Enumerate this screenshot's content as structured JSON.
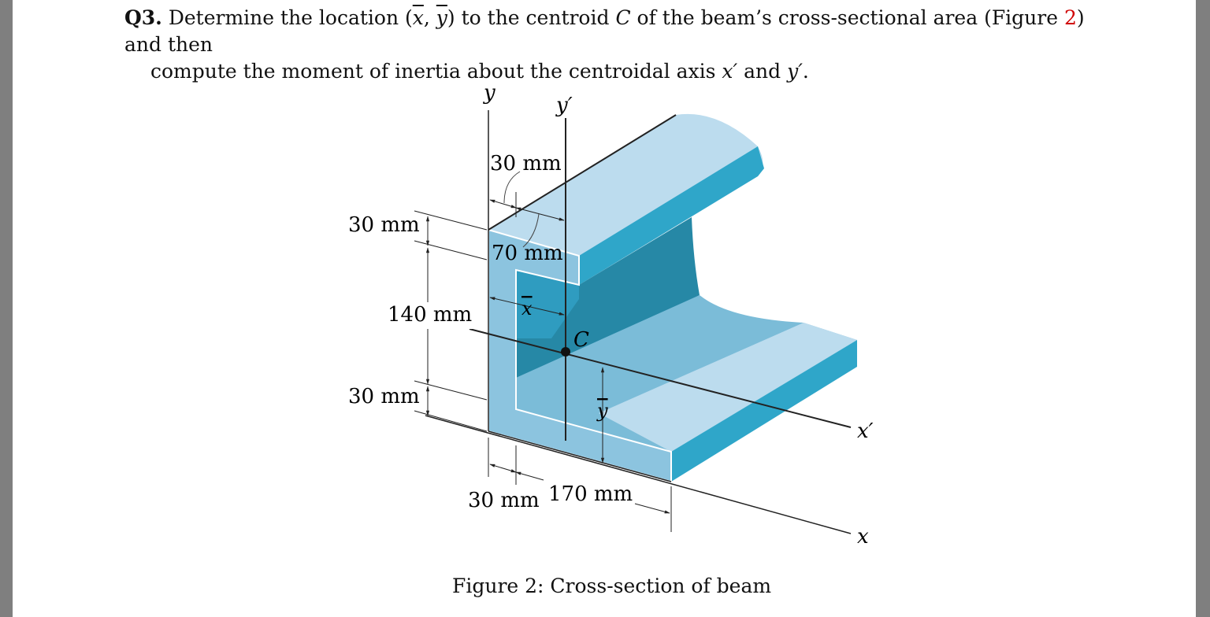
{
  "question": {
    "label": "Q3.",
    "line1_a": "Determine the location (",
    "xbar": "x",
    "comma": ", ",
    "ybar": "y",
    "line1_b": ") to the centroid ",
    "C": "C",
    "line1_c": " of the beam’s cross-sectional area (Figure ",
    "figure_ref": "2",
    "line1_d": ") and then",
    "line2_a": "compute the moment of inertia about the centroidal axis ",
    "xprime": "x′",
    "line2_b": " and ",
    "yprime": "y′",
    "line2_c": "."
  },
  "figure": {
    "labels": {
      "y_axis": "y",
      "y_prime_axis": "y′",
      "x_axis": "x",
      "x_prime_axis": "x′",
      "centroid": "C",
      "xbar": "x",
      "ybar": "y",
      "dim_top_30": "30 mm",
      "dim_70": "70 mm",
      "dim_left_30_top": "30 mm",
      "dim_140": "140 mm",
      "dim_left_30_bottom": "30 mm",
      "dim_bottom_30": "30 mm",
      "dim_170": "170 mm"
    },
    "colors": {
      "front_face": "#8cc4df",
      "top_face": "#bcdcee",
      "side_face": "#2fa6c9",
      "inner_dark": "#2688a6",
      "inner_mid": "#7bbcd8"
    }
  },
  "caption": "Figure 2: Cross-section of beam"
}
